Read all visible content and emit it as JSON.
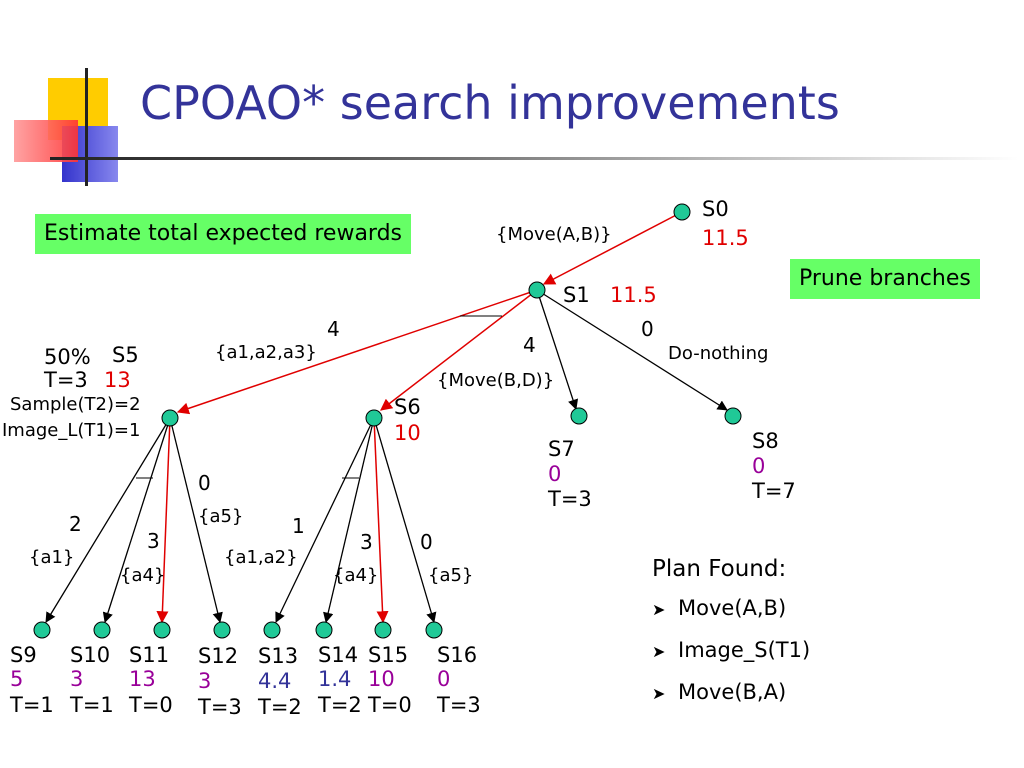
{
  "slide": {
    "title": "CPOAO* search improvements",
    "estimate_box": "Estimate total expected rewards",
    "prune_box": "Prune branches"
  },
  "colors": {
    "title": "#333399",
    "green_box": "#66ff66",
    "node_fill": "#20c997",
    "red_edge": "#e00000",
    "purple_value": "#990099",
    "blue_value": "#333399"
  },
  "tree": {
    "nodes": {
      "s0": {
        "name": "S0",
        "value": "11.5"
      },
      "s1": {
        "name": "S1",
        "value": "11.5"
      },
      "s5": {
        "name": "S5",
        "value": "13",
        "prob": "50%",
        "time": "T=3",
        "note1": "Sample(T2)=2",
        "note2": "Image_L(T1)=1"
      },
      "s6": {
        "name": "S6",
        "value": "10"
      },
      "s7": {
        "name": "S7",
        "value": "0",
        "time": "T=3"
      },
      "s8": {
        "name": "S8",
        "value": "0",
        "time": "T=7"
      },
      "s9": {
        "name": "S9",
        "value": "5",
        "time": "T=1"
      },
      "s10": {
        "name": "S10",
        "value": "3",
        "time": "T=1"
      },
      "s11": {
        "name": "S11",
        "value": "13",
        "time": "T=0"
      },
      "s12": {
        "name": "S12",
        "value": "3",
        "time": "T=3"
      },
      "s13": {
        "name": "S13",
        "value": "4.4",
        "time": "T=2"
      },
      "s14": {
        "name": "S14",
        "value": "1.4",
        "time": "T=2"
      },
      "s15": {
        "name": "S15",
        "value": "10",
        "time": "T=0"
      },
      "s16": {
        "name": "S16",
        "value": "0",
        "time": "T=3"
      }
    },
    "edge_labels": {
      "s0_s1_action": "{Move(A,B)}",
      "s1_s5_reward": "4",
      "s1_s5_action": "{a1,a2,a3}",
      "s1_s6_reward": "4",
      "s1_s7_action": "{Move(B,D)}",
      "s1_s8_reward": "0",
      "s1_s8_action": "Do-nothing",
      "s5_s9_reward": "2",
      "s5_s9_action": "{a1}",
      "s5_s11_reward": "3",
      "s5_s11_action": "{a4}",
      "s5_s12_reward": "0",
      "s5_s12_action": "{a5}",
      "s6_s13_reward": "1",
      "s6_s13_action": "{a1,a2}",
      "s6_s15_reward": "3",
      "s6_s15_action": "{a4}",
      "s6_s16_reward": "0",
      "s6_s16_action": "{a5}"
    }
  },
  "plan": {
    "heading": "Plan Found:",
    "steps": [
      "Move(A,B)",
      "Image_S(T1)",
      "Move(B,A)"
    ]
  }
}
